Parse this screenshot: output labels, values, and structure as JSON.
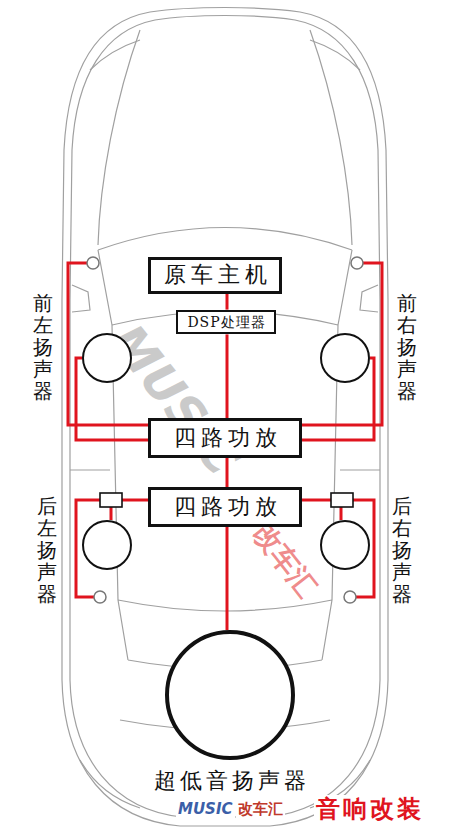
{
  "diagram": {
    "nodes": [
      {
        "text": [
          "原车主机"
        ]
      },
      {
        "text": [
          "DSP处理器"
        ]
      },
      {
        "text": [
          "前左扬声器"
        ]
      },
      {
        "text": [
          "前右扬声器"
        ]
      },
      {
        "text": [
          "四路功放"
        ]
      },
      {
        "text": [
          "四路功放"
        ]
      },
      {
        "text": [
          "后左扬声器"
        ]
      },
      {
        "text": [
          "后右扬声器"
        ]
      },
      {
        "text": [
          "超低音扬声器"
        ]
      }
    ],
    "edges": [
      {
        "from": 0,
        "to": 1,
        "arrow": "none"
      },
      {
        "from": 1,
        "to": 4,
        "arrow": "none"
      },
      {
        "from": 4,
        "to": 2,
        "arrow": "none"
      },
      {
        "from": 4,
        "to": 3,
        "arrow": "none"
      },
      {
        "from": 4,
        "to": 5,
        "arrow": "none"
      },
      {
        "from": 5,
        "to": 6,
        "arrow": "none"
      },
      {
        "from": 5,
        "to": 7,
        "arrow": "none"
      },
      {
        "from": 5,
        "to": 8,
        "arrow": "none"
      }
    ],
    "labels": [
      "MUSIC",
      "改车汇",
      "MUSIC",
      "改车汇",
      "音响改装"
    ]
  }
}
